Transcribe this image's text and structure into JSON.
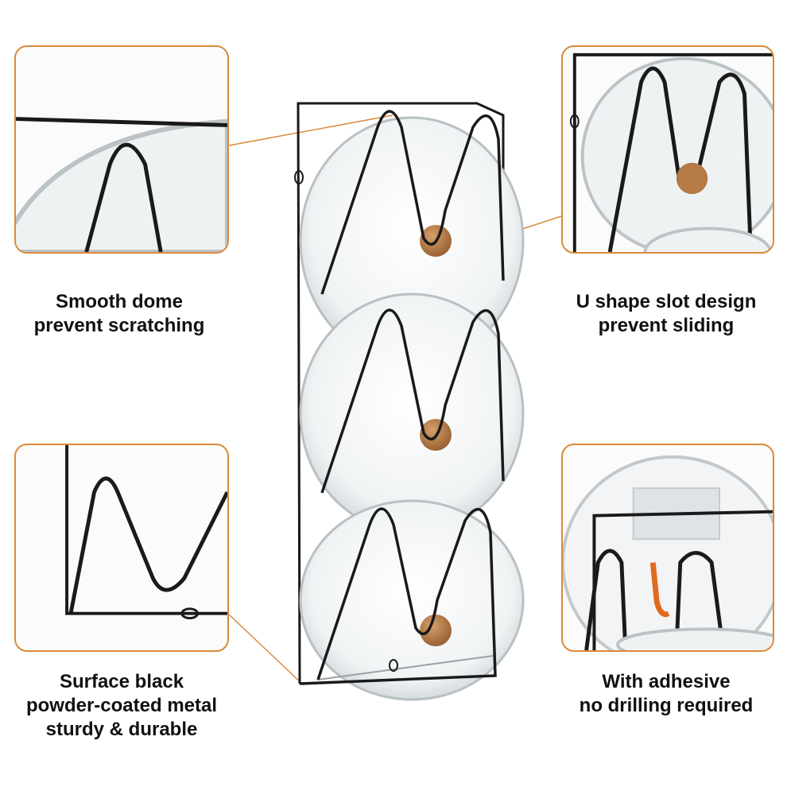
{
  "features": {
    "top_left": {
      "line1": "Smooth dome",
      "line2": "prevent scratching",
      "icon": "lid-edge-closeup"
    },
    "top_right": {
      "line1": "U shape slot design",
      "line2": "prevent sliding",
      "icon": "u-slot-closeup"
    },
    "bottom_left": {
      "line1": "Surface black",
      "line2": "powder-coated metal",
      "line3": "sturdy & durable",
      "icon": "wire-frame-closeup"
    },
    "bottom_right": {
      "line1": "With adhesive",
      "line2": "no drilling required",
      "icon": "adhesive-hook-closeup"
    }
  },
  "colors": {
    "accent": "#d98a3a",
    "metal": "#1a1a1a",
    "knob": "#b57a45",
    "glass": "#e9eef0"
  }
}
